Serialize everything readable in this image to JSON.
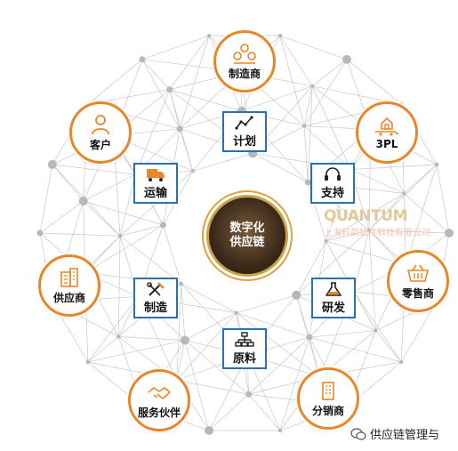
{
  "center": {
    "line1": "数字化",
    "line2": "供应链"
  },
  "outer_nodes": [
    {
      "id": "manufacturer",
      "label": "制造商",
      "icon": "factory-gears-icon"
    },
    {
      "id": "3pl",
      "label": "3PL",
      "icon": "warehouse-truck-icon"
    },
    {
      "id": "retailer",
      "label": "零售商",
      "icon": "shopping-basket-icon"
    },
    {
      "id": "distributor",
      "label": "分销商",
      "icon": "building-icon"
    },
    {
      "id": "partner",
      "label": "服务伙伴",
      "icon": "handshake-icon"
    },
    {
      "id": "supplier",
      "label": "供应商",
      "icon": "office-building-icon"
    },
    {
      "id": "customer",
      "label": "客户",
      "icon": "person-icon"
    }
  ],
  "inner_nodes": [
    {
      "id": "plan",
      "label": "计划",
      "icon": "line-chart-icon"
    },
    {
      "id": "support",
      "label": "支持",
      "icon": "headset-icon"
    },
    {
      "id": "rnd",
      "label": "研发",
      "icon": "flask-icon"
    },
    {
      "id": "material",
      "label": "原料",
      "icon": "org-chart-icon"
    },
    {
      "id": "manufacturing",
      "label": "制造",
      "icon": "tools-icon"
    },
    {
      "id": "transport",
      "label": "运输",
      "icon": "truck-icon"
    }
  ],
  "watermark": {
    "brand": "QUANTUM",
    "company": "上海科箭软件科技有限公司"
  },
  "footer": {
    "text": "供应链管理与"
  }
}
